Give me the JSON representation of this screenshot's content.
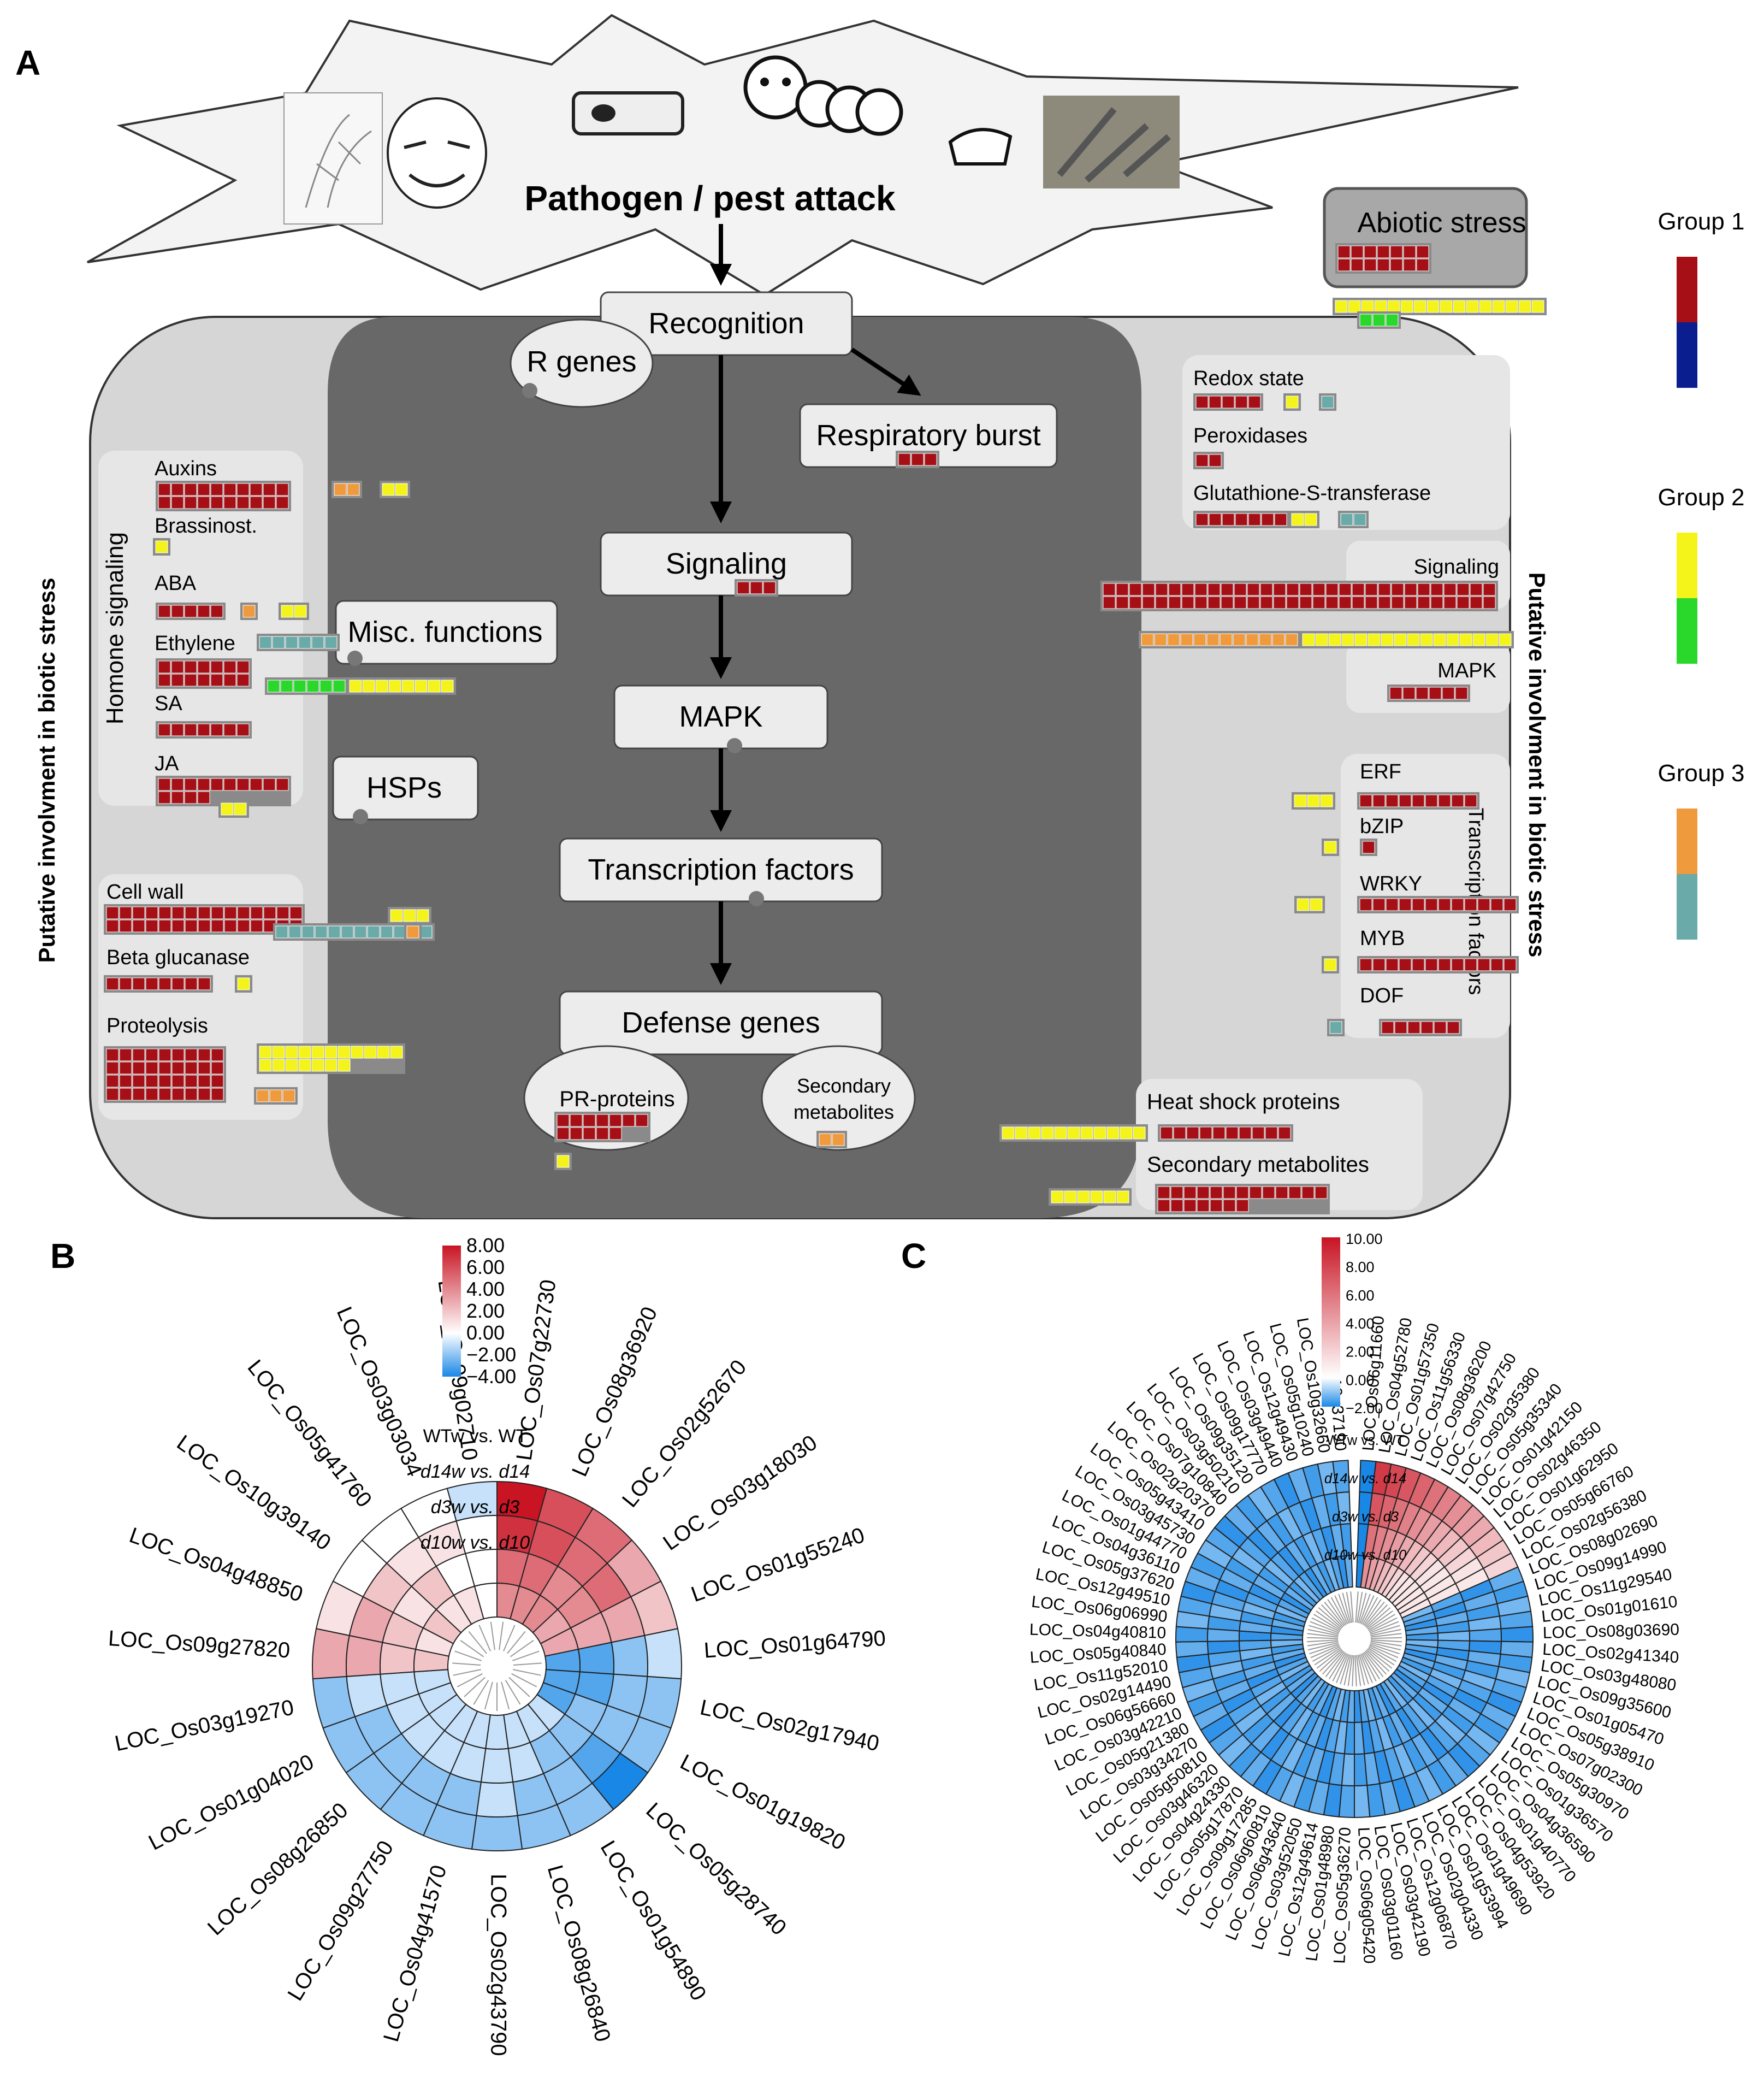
{
  "panels": {
    "a": "A",
    "b": "B",
    "c": "C"
  },
  "attack": {
    "title": "Pathogen / pest attack"
  },
  "colors": {
    "up": "#a50f15",
    "down": "#0b1e8f",
    "yellow": "#f4f41b",
    "green": "#29d82a",
    "orange": "#f09a3e",
    "teal": "#6aaaa8",
    "box": "#e9e9e9",
    "outer": "#d6d6d6",
    "inner": "#686868"
  },
  "pathway": {
    "recognition": "Recognition",
    "r_genes": "R genes",
    "respiratory_burst": "Respiratory burst",
    "signaling": "Signaling",
    "mapk": "MAPK",
    "transcription_factors": "Transcription factors",
    "defense_genes": "Defense genes",
    "pr_proteins": "PR-proteins",
    "secondary_metabolites_line1": "Secondary",
    "secondary_metabolites_line2": "metabolites",
    "misc_functions": "Misc. functions",
    "hsps": "HSPs"
  },
  "abiotic": "Abiotic stress",
  "side_label": "Putative involvment in biotic stress",
  "hormone": {
    "title": "Homone signaling",
    "auxins": "Auxins",
    "brassinost": "Brassinost.",
    "aba": "ABA",
    "ethylene": "Ethylene",
    "sa": "SA",
    "ja": "JA"
  },
  "left_misc": {
    "cell_wall": "Cell wall",
    "beta_glucanase": "Beta glucanase",
    "proteolysis": "Proteolysis"
  },
  "right": {
    "redox": "Redox state",
    "peroxidases": "Peroxidases",
    "gst": "Glutathione-S-transferase",
    "signaling": "Signaling",
    "mapk": "MAPK",
    "erf": "ERF",
    "bzip": "bZIP",
    "wrky": "WRKY",
    "myb": "MYB",
    "dof": "DOF",
    "tf_label": "Transcription factors",
    "heat_shock": "Heat shock proteins",
    "secondary_metabolites": "Secondary metabolites"
  },
  "legend": [
    {
      "label": "Group 1",
      "colors": [
        "#a50f15",
        "#0b1e8f"
      ]
    },
    {
      "label": "Group 2",
      "colors": [
        "#f4f41b",
        "#29d82a"
      ]
    },
    {
      "label": "Group 3",
      "colors": [
        "#f09a3e",
        "#6aaaa8"
      ]
    }
  ],
  "heatmap_b": {
    "scale": [
      "8.00",
      "6.00",
      "4.00",
      "2.00",
      "0.00",
      "−2.00",
      "−4.00"
    ],
    "rings": [
      "WTw vs. WT",
      "d14w vs. d14",
      "d3w vs. d3",
      "d10w vs. d10"
    ],
    "genes": [
      "LOC_Os07g22730",
      "LOC_Os08g36920",
      "LOC_Os02g52670",
      "LOC_Os03g18030",
      "LOC_Os01g55240",
      "LOC_Os01g64790",
      "LOC_Os02g17940",
      "LOC_Os01g19820",
      "LOC_Os05g28740",
      "LOC_Os01g54890",
      "LOC_Os08g26840",
      "LOC_Os02g43790",
      "LOC_Os04g41570",
      "LOC_Os09g27750",
      "LOC_Os08g26850",
      "LOC_Os01g04020",
      "LOC_Os03g19270",
      "LOC_Os09g27820",
      "LOC_Os04g48850",
      "LOC_Os10g39140",
      "LOC_Os05g41760",
      "LOC_Os03g03034",
      "LOC_Os09g02710"
    ],
    "values": [
      [
        8,
        7,
        5,
        4
      ],
      [
        6,
        6,
        5,
        4
      ],
      [
        5,
        5,
        4,
        4
      ],
      [
        3,
        5,
        4,
        3
      ],
      [
        2,
        3,
        3,
        3
      ],
      [
        -1,
        -2,
        -3,
        -3
      ],
      [
        -2,
        -2,
        -3,
        -3
      ],
      [
        -2,
        -2,
        -2,
        -3
      ],
      [
        -4,
        -3,
        -2,
        -1
      ],
      [
        -2,
        -2,
        -2,
        -1
      ],
      [
        -2,
        -2,
        -1,
        -1
      ],
      [
        -2,
        -1,
        -1,
        -1
      ],
      [
        -2,
        -2,
        -1,
        -1
      ],
      [
        -2,
        -2,
        -1,
        -1
      ],
      [
        -2,
        -2,
        -1,
        -1
      ],
      [
        -2,
        -2,
        -1,
        -1
      ],
      [
        -2,
        -1,
        -1,
        -1
      ],
      [
        3,
        3,
        2,
        2
      ],
      [
        1,
        3,
        2,
        1
      ],
      [
        0,
        2,
        1,
        2
      ],
      [
        0,
        1,
        2,
        1
      ],
      [
        0,
        1,
        0,
        1
      ],
      [
        -1,
        0,
        0,
        0
      ]
    ]
  },
  "heatmap_c": {
    "scale": [
      "10.00",
      "8.00",
      "6.00",
      "4.00",
      "2.00",
      "0.00",
      "−2.00"
    ],
    "rings": [
      "WTw vs. WT",
      "d14w vs. d14",
      "d3w vs. d3",
      "d10w vs. d10"
    ],
    "genes": [
      "LOC_Os06g11660",
      "LOC_Os04g52780",
      "LOC_Os01g57350",
      "LOC_Os11g56330",
      "LOC_Os08g36200",
      "LOC_Os07g42750",
      "LOC_Os02g35380",
      "LOC_Os05g35340",
      "LOC_Os01g42150",
      "LOC_Os02g46350",
      "LOC_Os01g62950",
      "LOC_Os05g66760",
      "LOC_Os02g56380",
      "LOC_Os08g02690",
      "LOC_Os09g14990",
      "LOC_Os11g29540",
      "LOC_Os01g01610",
      "LOC_Os08g03690",
      "LOC_Os02g41340",
      "LOC_Os03g48080",
      "LOC_Os09g35600",
      "LOC_Os01g05470",
      "LOC_Os05g38910",
      "LOC_Os07g02300",
      "LOC_Os05g30970",
      "LOC_Os01g36570",
      "LOC_Os04g36590",
      "LOC_Os01g40770",
      "LOC_Os04g53920",
      "LOC_Os01g49690",
      "LOC_Os01g53994",
      "LOC_Os02g04330",
      "LOC_Os12g06870",
      "LOC_Os03g42190",
      "LOC_Os03g01160",
      "LOC_Os06g05420",
      "LOC_Os05g36270",
      "LOC_Os01g48980",
      "LOC_Os12g49614",
      "LOC_Os03g52050",
      "LOC_Os06g43640",
      "LOC_Os06g60810",
      "LOC_Os09g17285",
      "LOC_Os05g17870",
      "LOC_Os04g24330",
      "LOC_Os03g46320",
      "LOC_Os05g50810",
      "LOC_Os03g34270",
      "LOC_Os05g21380",
      "LOC_Os03g42210",
      "LOC_Os06g56660",
      "LOC_Os02g14490",
      "LOC_Os11g52010",
      "LOC_Os05g40840",
      "LOC_Os04g40810",
      "LOC_Os06g06990",
      "LOC_Os12g49510",
      "LOC_Os05g37620",
      "LOC_Os04g36110",
      "LOC_Os01g44770",
      "LOC_Os03g45730",
      "LOC_Os05g43410",
      "LOC_Os02g20370",
      "LOC_Os07g10840",
      "LOC_Os03g50210",
      "LOC_Os09g35120",
      "LOC_Os09g17770",
      "LOC_Os03g49440",
      "LOC_Os12g49430",
      "LOC_Os05g10240",
      "LOC_Os10g32660",
      "LOC_Os10g37190"
    ],
    "up_count": 13
  }
}
